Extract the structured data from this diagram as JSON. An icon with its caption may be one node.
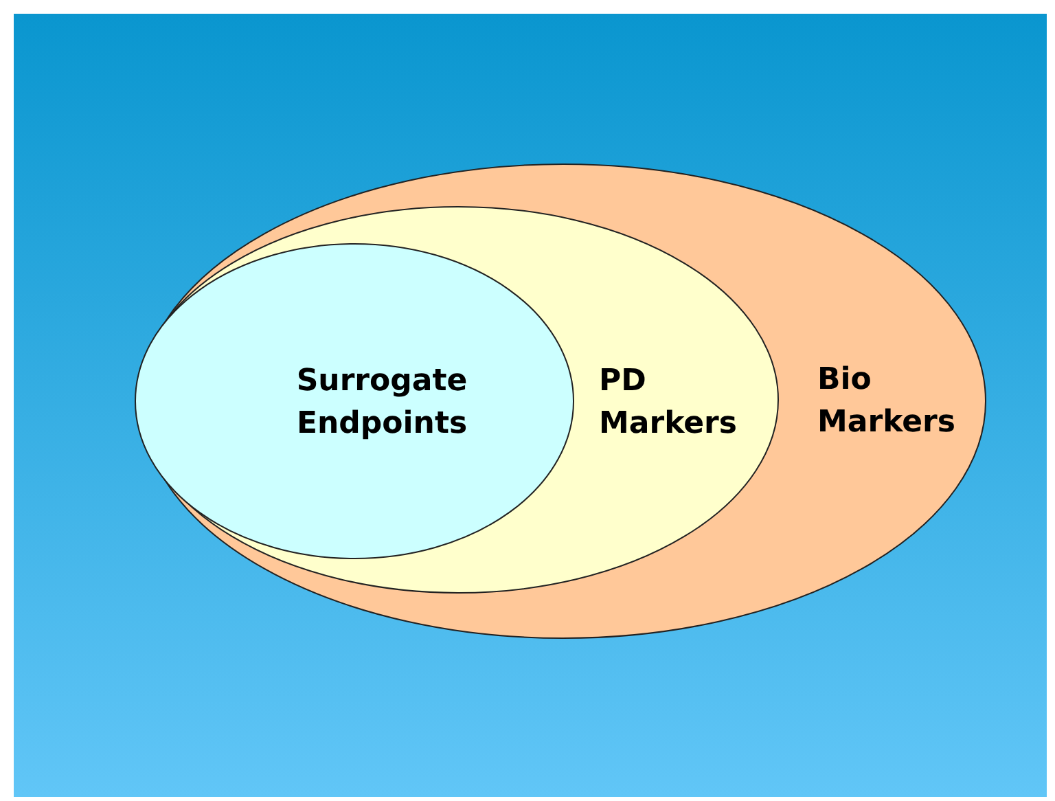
{
  "diagram": {
    "nodes": [
      {
        "text": [
          "Bio Markers"
        ]
      },
      {
        "text": [
          "PD Markers"
        ],
        "in": 0
      },
      {
        "text": [
          "Surrogate Endpoints"
        ],
        "in": 1
      }
    ]
  }
}
